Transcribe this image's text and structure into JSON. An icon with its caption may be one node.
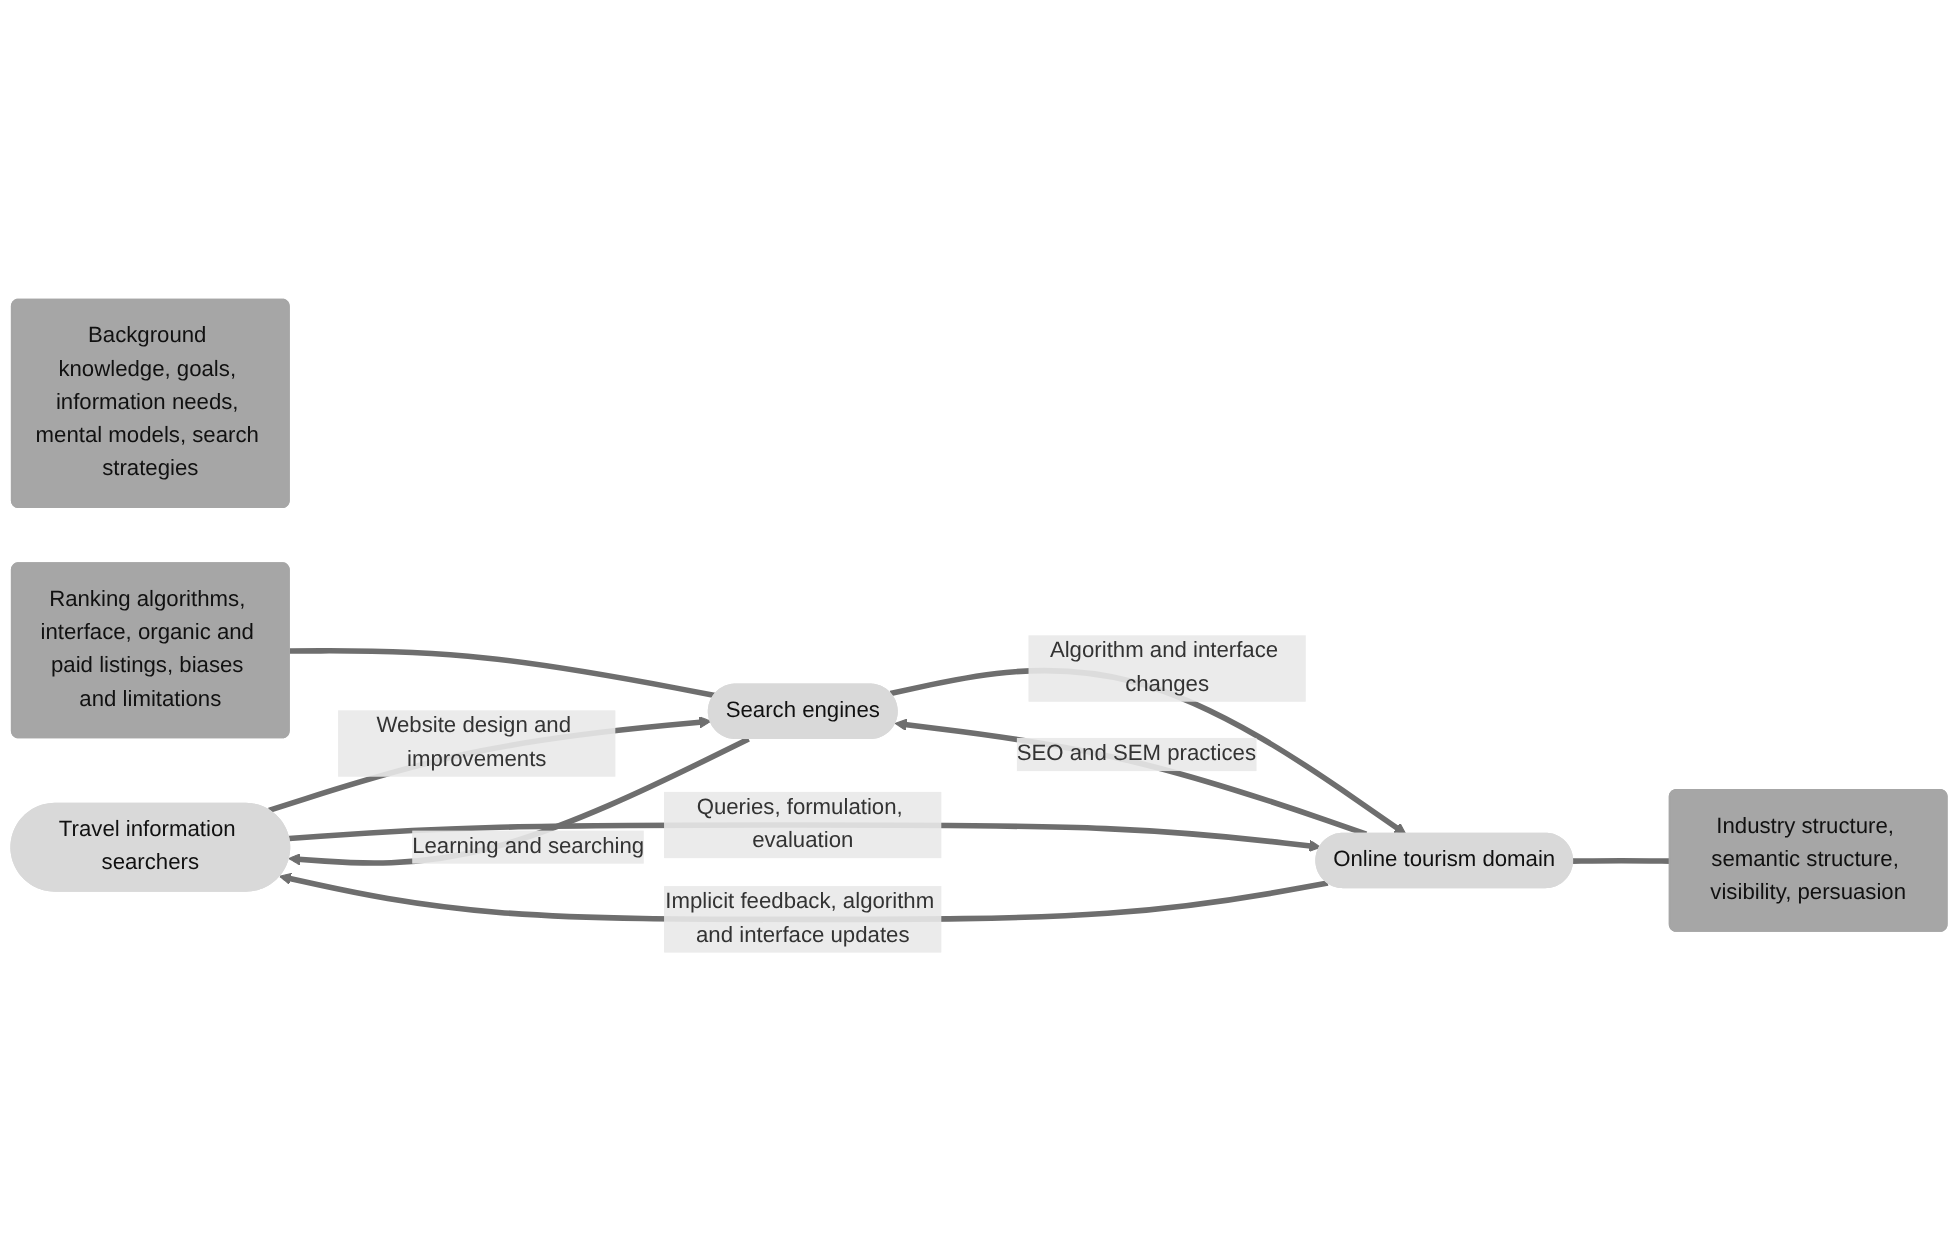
{
  "diagram": {
    "nodes": [
      {
        "text": [
          "Background knowledge, goals, information needs, mental models, search strategies"
        ]
      },
      {
        "text": [
          "Travel information searchers"
        ]
      },
      {
        "text": [
          "Ranking algorithms, interface, organic and paid listings, biases and limitations"
        ]
      },
      {
        "text": [
          "Search engines"
        ]
      },
      {
        "text": [
          "Online tourism domain"
        ]
      },
      {
        "text": [
          "Industry structure, semantic structure, visibility, persuasion"
        ]
      }
    ],
    "edges": [
      {
        "from": 2,
        "to": 3,
        "arrow": "none"
      },
      {
        "from": 1,
        "to": 3,
        "arrow": "to",
        "label": "Website design and improvements"
      },
      {
        "from": 3,
        "to": 1,
        "arrow": "to",
        "label": "Learning and searching"
      },
      {
        "from": 4,
        "to": 1,
        "arrow": "to",
        "label": "Implicit feedback, algorithm and interface updates"
      },
      {
        "from": 1,
        "to": 4,
        "arrow": "to",
        "label": "Queries, formulation, evaluation"
      },
      {
        "from": 4,
        "to": 3,
        "arrow": "to",
        "label": "SEO and SEM practices"
      },
      {
        "from": 3,
        "to": 4,
        "arrow": "to",
        "label": "Algorithm and interface changes"
      },
      {
        "from": 4,
        "to": 5,
        "arrow": "none"
      }
    ]
  }
}
